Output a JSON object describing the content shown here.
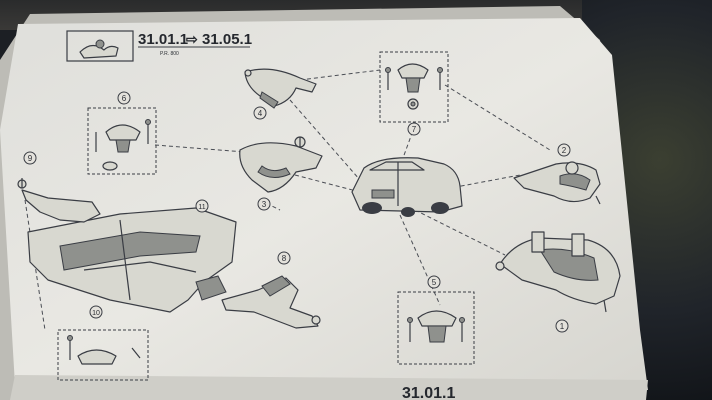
{
  "header": {
    "ref_from": "31.01.1",
    "arrow": "⇨",
    "ref_to": "31.05.1",
    "sub_ref": "P.R. 800"
  },
  "footer": {
    "ref": "31.01.1"
  },
  "callouts": {
    "c1": "1",
    "c2": "2",
    "c3": "3",
    "c4": "4",
    "c5": "5",
    "c6": "6",
    "c7": "7",
    "c8": "8",
    "c9": "9",
    "c10": "10",
    "c11": "11"
  },
  "colors": {
    "paper": "#e8e7e2",
    "ink": "#2a2d33",
    "background": "#1c1f24"
  }
}
